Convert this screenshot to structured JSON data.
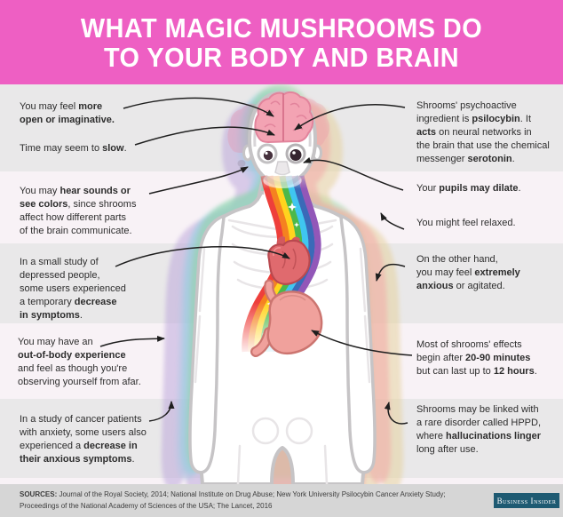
{
  "title": {
    "line1": "WHAT MAGIC MUSHROOMS DO",
    "line2": "TO YOUR BODY AND BRAIN"
  },
  "notes": {
    "left": [
      {
        "id": "open-imaginative",
        "segments": [
          {
            "t": "You may feel ",
            "b": false
          },
          {
            "t": "more\nopen or imaginative",
            "b": true
          },
          {
            "t": ".",
            "b": true
          }
        ]
      },
      {
        "id": "time-slow",
        "segments": [
          {
            "t": "Time may seem to ",
            "b": false
          },
          {
            "t": "slow",
            "b": true
          },
          {
            "t": ".",
            "b": false
          }
        ]
      },
      {
        "id": "hear-see",
        "segments": [
          {
            "t": "You may ",
            "b": false
          },
          {
            "t": "hear sounds or\nsee colors",
            "b": true
          },
          {
            "t": ", since shrooms\naffect how different parts\nof the brain communicate.",
            "b": false
          }
        ]
      },
      {
        "id": "depression-study",
        "segments": [
          {
            "t": "In a small study of\ndepressed people,\nsome users experienced\na temporary ",
            "b": false
          },
          {
            "t": "decrease\nin symptoms",
            "b": true
          },
          {
            "t": ".",
            "b": false
          }
        ]
      },
      {
        "id": "out-of-body",
        "segments": [
          {
            "t": "You may have an\n",
            "b": false
          },
          {
            "t": "out-of-body experience",
            "b": true
          },
          {
            "t": "\nand feel as though you're\nobserving yourself from afar.",
            "b": false
          }
        ]
      },
      {
        "id": "cancer-study",
        "segments": [
          {
            "t": "In a study of cancer patients\nwith anxiety, some users also\nexperienced a ",
            "b": false
          },
          {
            "t": "decrease in\ntheir anxious symptoms",
            "b": true
          },
          {
            "t": ".",
            "b": false
          }
        ]
      }
    ],
    "right": [
      {
        "id": "psilocybin",
        "segments": [
          {
            "t": "Shrooms' psychoactive\ningredient is ",
            "b": false
          },
          {
            "t": "psilocybin",
            "b": true
          },
          {
            "t": ". It\n",
            "b": false
          },
          {
            "t": "acts",
            "b": true
          },
          {
            "t": " on neural networks in\nthe brain that use the chemical\nmessenger ",
            "b": false
          },
          {
            "t": "serotonin",
            "b": true
          },
          {
            "t": ".",
            "b": false
          }
        ]
      },
      {
        "id": "pupils-dilate",
        "segments": [
          {
            "t": "Your ",
            "b": false
          },
          {
            "t": "pupils may dilate",
            "b": true
          },
          {
            "t": ".",
            "b": false
          }
        ]
      },
      {
        "id": "relaxed",
        "segments": [
          {
            "t": "You might feel relaxed.",
            "b": false
          }
        ]
      },
      {
        "id": "anxious",
        "segments": [
          {
            "t": "On the other hand,\nyou may feel ",
            "b": false
          },
          {
            "t": "extremely\nanxious",
            "b": true
          },
          {
            "t": " or agitated.",
            "b": false
          }
        ]
      },
      {
        "id": "duration",
        "segments": [
          {
            "t": "Most of shrooms' effects\nbegin after ",
            "b": false
          },
          {
            "t": "20-90 minutes",
            "b": true
          },
          {
            "t": "\nbut can last up to ",
            "b": false
          },
          {
            "t": "12 hours",
            "b": true
          },
          {
            "t": ".",
            "b": false
          }
        ]
      },
      {
        "id": "hppd",
        "segments": [
          {
            "t": "Shrooms may be linked with\na rare disorder called HPPD,\nwhere ",
            "b": false
          },
          {
            "t": "hallucinations linger",
            "b": true
          },
          {
            "t": "\nlong after use.",
            "b": false
          }
        ]
      }
    ]
  },
  "footer": {
    "sources_line1": [
      {
        "t": "SOURCES: ",
        "b": true
      },
      {
        "t": "Journal of the Royal Society, 2014; National Institute on Drug Abuse; New York University Psilocybin Cancer Anxiety Study;",
        "b": false
      }
    ],
    "sources_line2": [
      {
        "t": "Proceedings of the National Academy of Sciences of the USA; The Lancet, 2016",
        "b": false
      }
    ],
    "publisher": "Business Insider"
  },
  "figure": {
    "parts": [
      "aura-silhouettes",
      "body-outline",
      "skeleton-hints",
      "brain",
      "dilated-pupils",
      "nose",
      "mouth",
      "rainbow-stream",
      "sparkles",
      "heart",
      "stomach",
      "annotation-arrows"
    ]
  },
  "colors": {
    "banner_pink": "#ee5fc3",
    "band_gray": "#e9e8e9",
    "band_light": "#f8f2f6",
    "footer_gray": "#d6d6d6",
    "publisher_navy": "#1e5a72",
    "text_dark": "#2d2d2d",
    "brain_pink": "#f3a3b3",
    "heart_red": "#e06a6e",
    "stomach_pink": "#f0a19c",
    "rainbow": [
      "#ee3f3b",
      "#f58220",
      "#ffd41e",
      "#4cb84a",
      "#3fc6f0",
      "#3a6ab8",
      "#9257b8"
    ]
  }
}
